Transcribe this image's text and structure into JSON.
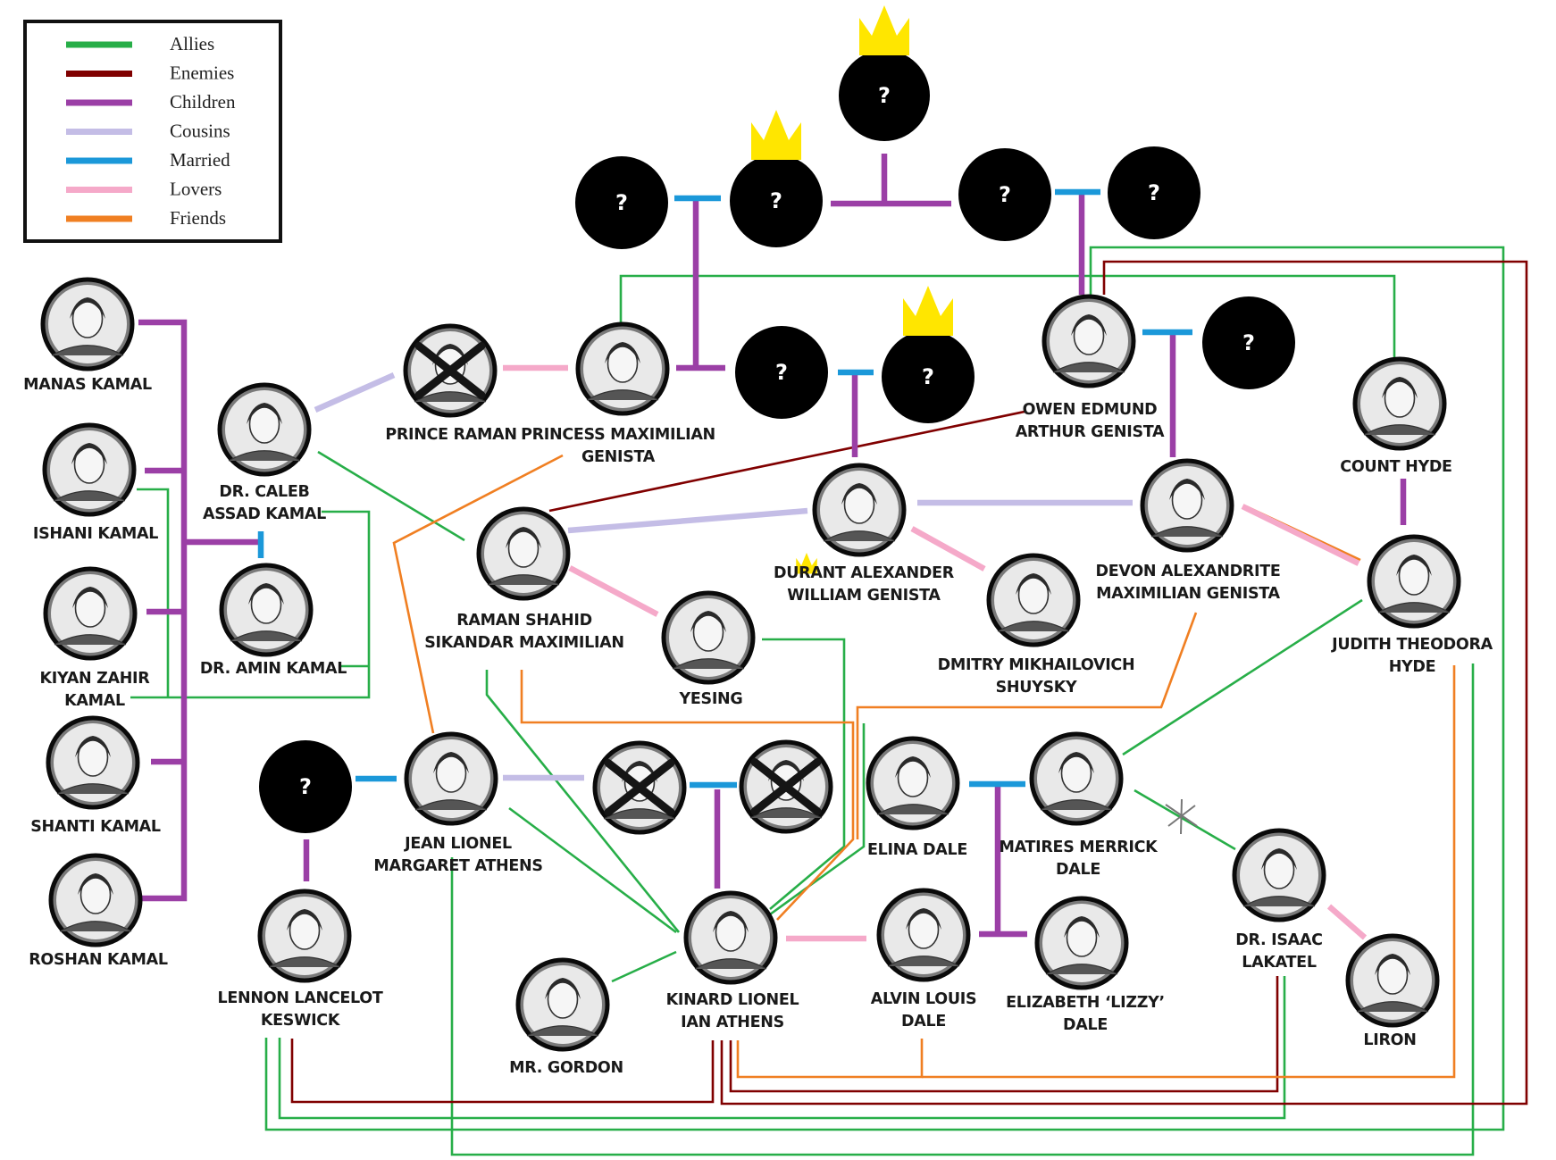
{
  "colors": {
    "allies": "#27ae48",
    "enemies": "#800000",
    "children": "#9b3fa6",
    "cousins": "#c4bde6",
    "married": "#1b98d9",
    "lovers": "#f5a9c9",
    "friends": "#f07f22",
    "crown": "#ffe600"
  },
  "legend": [
    {
      "label": "Allies",
      "key": "allies"
    },
    {
      "label": "Enemies",
      "key": "enemies"
    },
    {
      "label": "Children",
      "key": "children"
    },
    {
      "label": "Cousins",
      "key": "cousins"
    },
    {
      "label": "Married",
      "key": "married"
    },
    {
      "label": "Lovers",
      "key": "lovers"
    },
    {
      "label": "Friends",
      "key": "friends"
    }
  ],
  "unknown_mark": "?",
  "people": {
    "manas": {
      "lines": [
        "MANAS KAMAL"
      ]
    },
    "ishani": {
      "lines": [
        "ISHANI KAMAL"
      ]
    },
    "kiyan": {
      "lines": [
        "KIYAN ZAHIR",
        "KAMAL"
      ]
    },
    "shanti": {
      "lines": [
        "SHANTI KAMAL"
      ]
    },
    "roshan": {
      "lines": [
        "ROSHAN KAMAL"
      ]
    },
    "caleb": {
      "lines": [
        "DR. CALEB",
        "ASSAD KAMAL"
      ]
    },
    "amin": {
      "lines": [
        "DR. AMIN KAMAL"
      ]
    },
    "prince_raman": {
      "lines": [
        "PRINCE RAMAN"
      ],
      "crossed": true
    },
    "princess_max": {
      "lines": [
        "PRINCESS MAXIMILIAN",
        "GENISTA"
      ]
    },
    "owen": {
      "lines": [
        "OWEN EDMUND",
        "ARTHUR GENISTA"
      ]
    },
    "count_hyde": {
      "lines": [
        "COUNT HYDE"
      ]
    },
    "raman": {
      "lines": [
        "RAMAN SHAHID",
        "SIKANDAR MAXIMILIAN"
      ]
    },
    "durant": {
      "lines": [
        "DURANT ALEXANDER",
        "WILLIAM GENISTA"
      ],
      "small_crown": true
    },
    "devon": {
      "lines": [
        "DEVON ALEXANDRITE",
        "MAXIMILIAN GENISTA"
      ]
    },
    "judith": {
      "lines": [
        "JUDITH THEODORA",
        "HYDE"
      ]
    },
    "yesing": {
      "lines": [
        "YESING"
      ]
    },
    "dmitry": {
      "lines": [
        "DMITRY MIKHAILOVICH",
        "SHUYSKY"
      ]
    },
    "jean": {
      "lines": [
        "JEAN LIONEL",
        "MARGARET ATHENS"
      ]
    },
    "lennon": {
      "lines": [
        "LENNON LANCELOT",
        "KESWICK"
      ]
    },
    "cross1": {
      "lines": [],
      "crossed": true
    },
    "cross2": {
      "lines": [],
      "crossed": true
    },
    "elina": {
      "lines": [
        "ELINA DALE"
      ]
    },
    "matires": {
      "lines": [
        "MATIRES MERRICK",
        "DALE"
      ]
    },
    "kinard": {
      "lines": [
        "KINARD LIONEL",
        "IAN ATHENS"
      ]
    },
    "alvin": {
      "lines": [
        "ALVIN LOUIS",
        "DALE"
      ]
    },
    "lizzy": {
      "lines": [
        "ELIZABETH ‘LIZZY’",
        "DALE"
      ]
    },
    "gordon": {
      "lines": [
        "MR. GORDON"
      ]
    },
    "lakatel": {
      "lines": [
        "DR. ISAAC",
        "LAKATEL"
      ]
    },
    "liron": {
      "lines": [
        "LIRON"
      ]
    }
  },
  "unknowns": {
    "u_top": {
      "crown": true
    },
    "u_left": {
      "crown": false
    },
    "u_leftc": {
      "crown": true
    },
    "u_right": {
      "crown": false
    },
    "u_far": {
      "crown": false
    },
    "u_mid1": {
      "crown": false
    },
    "u_mid2": {
      "crown": true
    },
    "u_owenwife": {
      "crown": false
    },
    "u_jeanhus": {
      "crown": false
    }
  }
}
